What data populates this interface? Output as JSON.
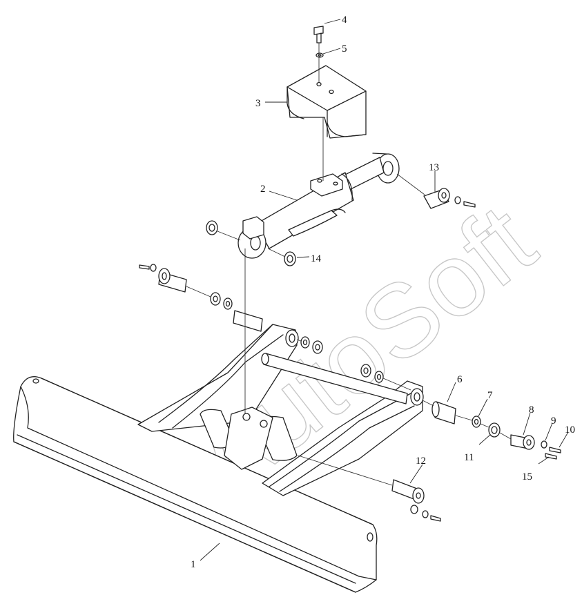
{
  "watermark": {
    "text": "AutoSoft"
  },
  "callouts": {
    "c1": "1",
    "c2": "2",
    "c3": "3",
    "c4": "4",
    "c5": "5",
    "c6": "6",
    "c7": "7",
    "c8": "8",
    "c9": "9",
    "c10": "10",
    "c11": "11",
    "c12": "12",
    "c13": "13",
    "c14": "14",
    "c15": "15"
  }
}
